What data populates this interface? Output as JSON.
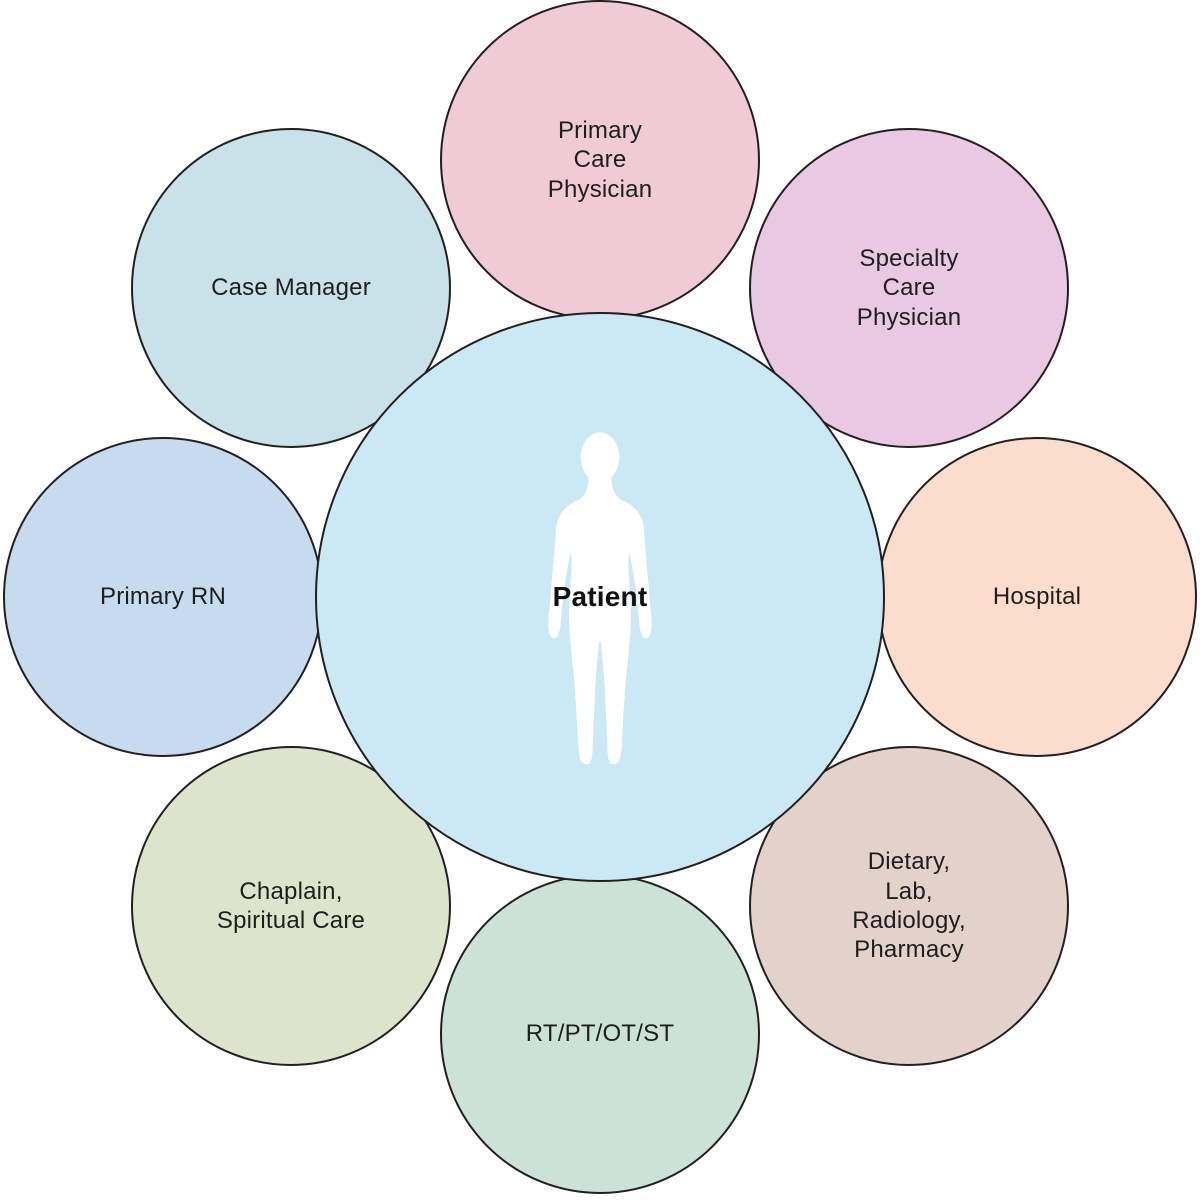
{
  "diagram": {
    "description": "Patient-centered care team diagram",
    "background_color": "#ffffff",
    "outline_color": "#231f20",
    "text_color": "#1e1e1e"
  },
  "center": {
    "label": "Patient",
    "color": "#cbe9f4",
    "icon": "person-silhouette-icon",
    "icon_color": "#ffffff"
  },
  "circles": [
    {
      "id": "primary-care-physician",
      "position": "top",
      "label": "Primary\nCare\nPhysician",
      "color": "#f0cad4"
    },
    {
      "id": "specialty-care-physician",
      "position": "top-right",
      "label": "Specialty\nCare\nPhysician",
      "color": "#e9c8e2"
    },
    {
      "id": "hospital",
      "position": "right",
      "label": "Hospital",
      "color": "#fbdccd"
    },
    {
      "id": "dietary-lab-radiology-pharmacy",
      "position": "bottom-right",
      "label": "Dietary,\nLab,\nRadiology,\nPharmacy",
      "color": "#e2d2ca"
    },
    {
      "id": "rt-pt-ot-st",
      "position": "bottom",
      "label": "RT/PT/OT/ST",
      "color": "#cce2d6"
    },
    {
      "id": "chaplain-spiritual-care",
      "position": "bottom-left",
      "label": "Chaplain,\nSpiritual Care",
      "color": "#dce5cb"
    },
    {
      "id": "primary-rn",
      "position": "left",
      "label": "Primary RN",
      "color": "#c6dbee"
    },
    {
      "id": "case-manager",
      "position": "top-left",
      "label": "Case Manager",
      "color": "#c9e1e8"
    }
  ]
}
